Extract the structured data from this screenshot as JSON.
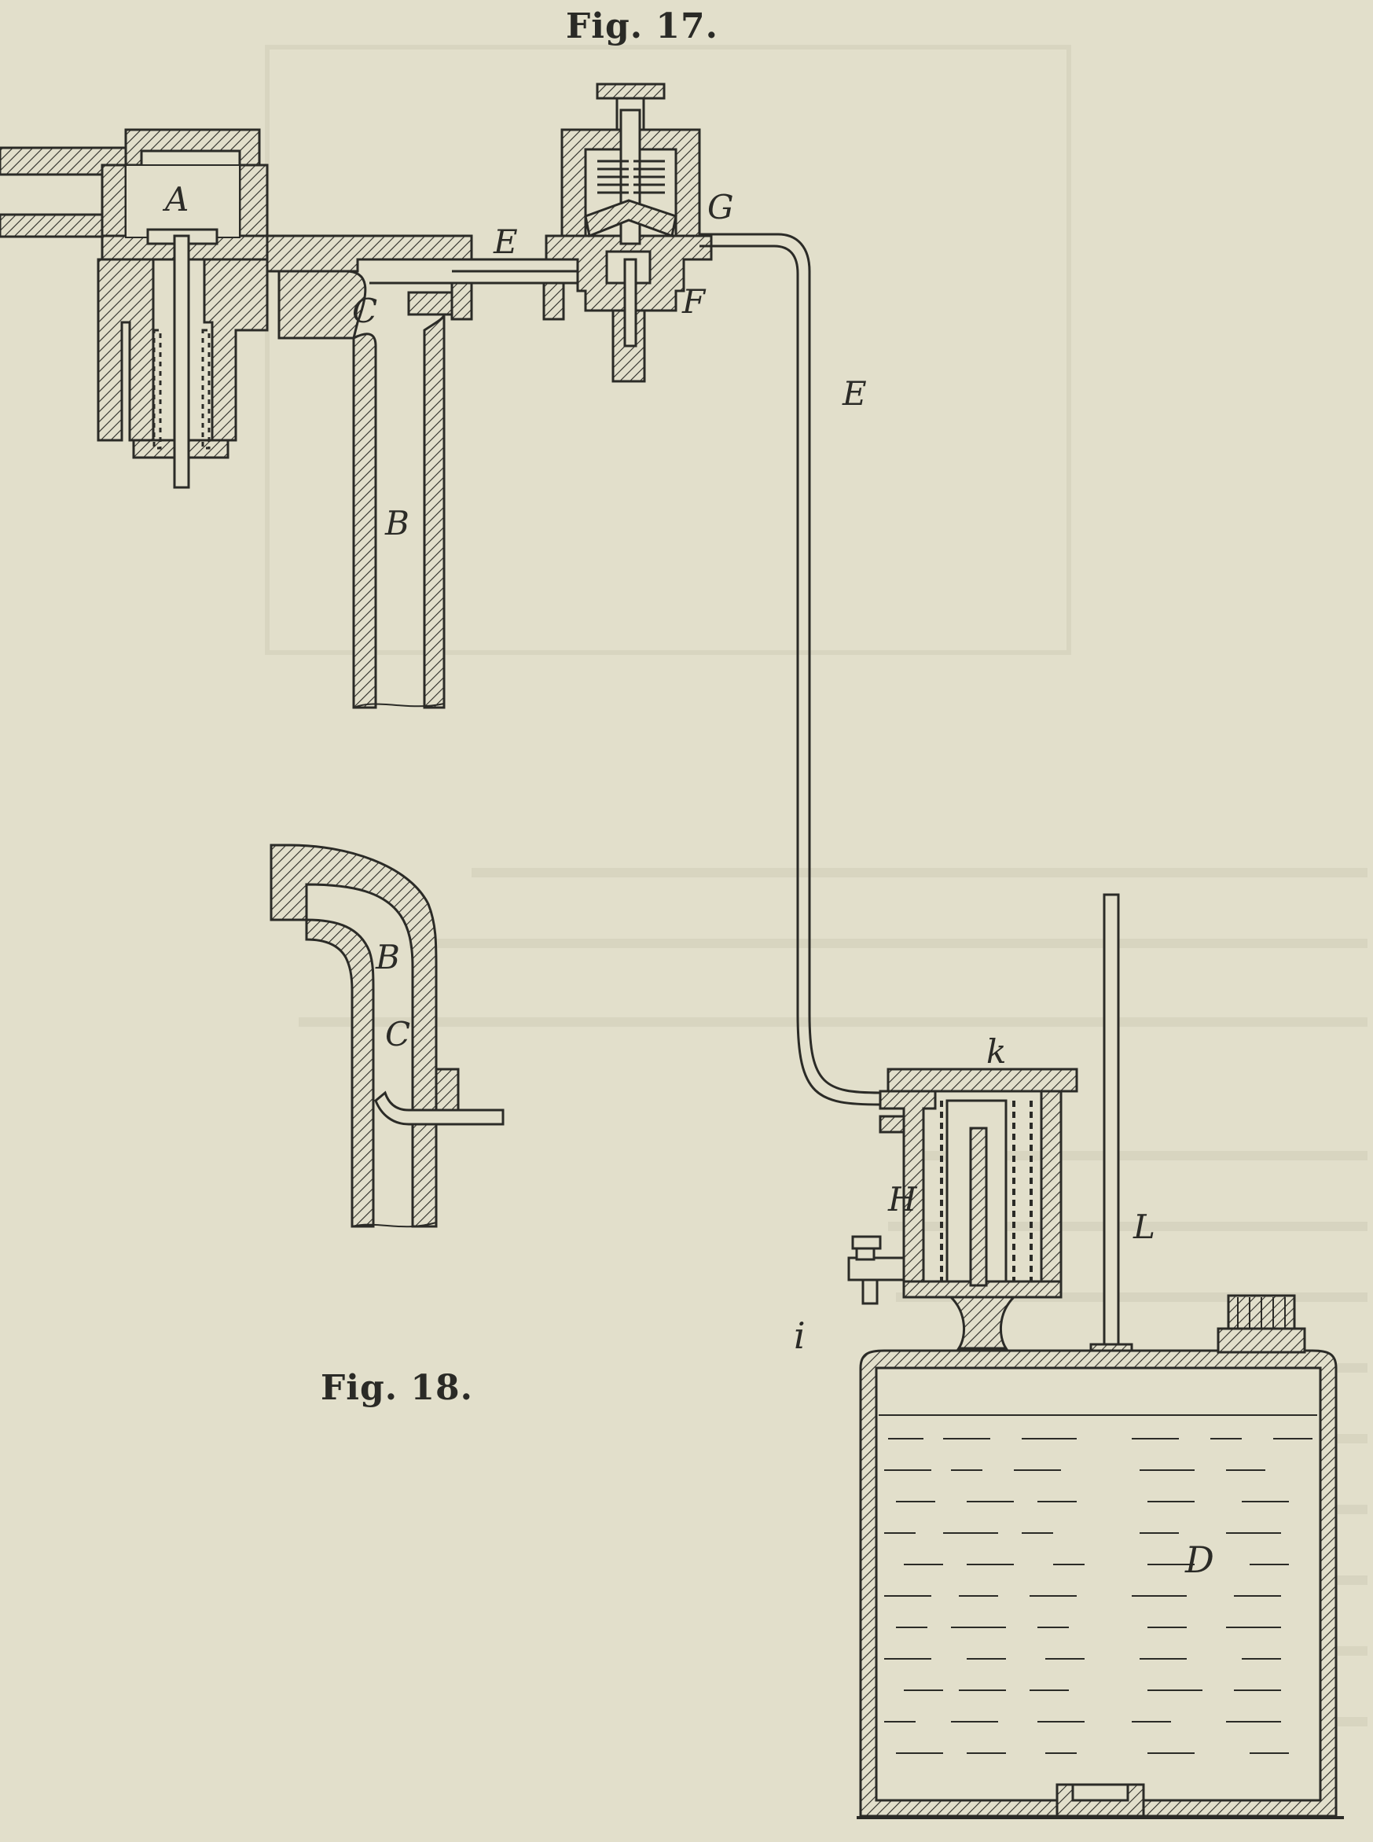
{
  "figures": {
    "fig17": {
      "caption": "Fig. 17."
    },
    "fig18": {
      "caption": "Fig. 18."
    }
  },
  "labels": {
    "A": "A",
    "B": "B",
    "C": "C",
    "E": "E",
    "E2": "E",
    "F": "F",
    "G": "G",
    "B18": "B",
    "C18": "C",
    "k": "k",
    "H": "H",
    "L": "L",
    "i": "i",
    "D": "D"
  },
  "colors": {
    "paper": "#e2dfcb",
    "ink": "#2b2b27",
    "show_through": "#cfccb8"
  }
}
